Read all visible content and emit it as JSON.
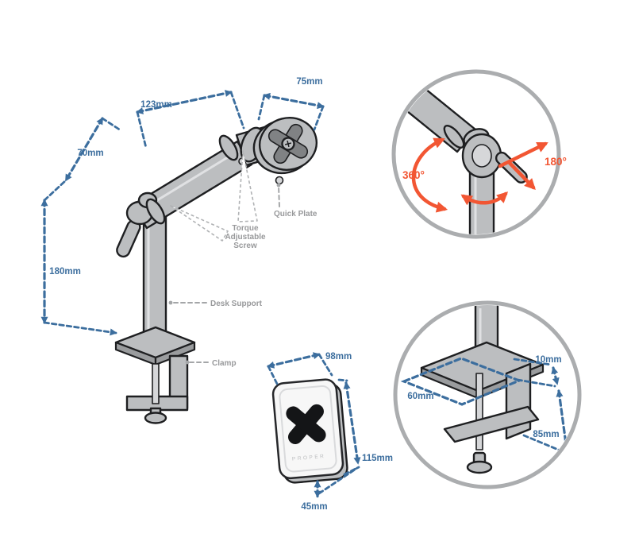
{
  "colors": {
    "dimension_blue": "#3c6e9e",
    "rotation_orange": "#f25633",
    "label_gray": "#98999b",
    "metal_gray": "#bcbec0",
    "outline": "#1e1f21",
    "detail_circle_gray": "#abadaf",
    "background": "#ffffff"
  },
  "main": {
    "dims": {
      "upper_arm": "123mm",
      "head": "75mm",
      "lower_arm": "70mm",
      "pole": "180mm"
    },
    "callouts": {
      "torque_line1": "Torque",
      "torque_line2": "Adjustable",
      "torque_line3": "Screw",
      "quick_plate": "Quick Plate",
      "desk_support": "Desk Support",
      "clamp": "Clamp"
    }
  },
  "plate_detail": {
    "brand": "PROPER",
    "width": "98mm",
    "height": "115mm",
    "offset": "45mm"
  },
  "rotation_detail": {
    "swivel": "360°",
    "tilt": "180°"
  },
  "clamp_detail": {
    "depth": "60mm",
    "min_thickness": "10mm",
    "max_thickness": "85mm"
  }
}
